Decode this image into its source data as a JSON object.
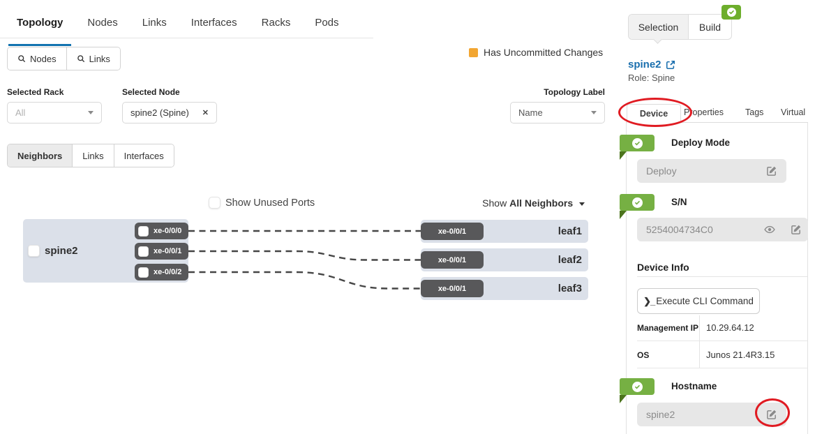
{
  "colors": {
    "accent_blue": "#1273b0",
    "link_blue": "#1a6fae",
    "warning_orange": "#f2a632",
    "success_green": "#76b043",
    "success_green_dark": "#4c741d",
    "badge_green": "#6dae2c",
    "chip_gray": "#58585a",
    "node_bg": "#dbe0e9",
    "annotation_red": "#e01b22"
  },
  "main_tabs": [
    "Topology",
    "Nodes",
    "Links",
    "Interfaces",
    "Racks",
    "Pods"
  ],
  "search_buttons": {
    "nodes": "Nodes",
    "links": "Links"
  },
  "legend": {
    "uncommitted": "Has Uncommitted Changes"
  },
  "filters": {
    "rack_label": "Selected Rack",
    "rack_value": "All",
    "node_label": "Selected Node",
    "node_value": "spine2 (Spine)",
    "topology_label": "Topology Label",
    "topology_value": "Name"
  },
  "view_tabs": [
    "Neighbors",
    "Links",
    "Interfaces"
  ],
  "diagram": {
    "show_unused_label": "Show Unused Ports",
    "show_prefix": "Show",
    "show_value": "All Neighbors",
    "spine": {
      "name": "spine2",
      "ports": [
        "xe-0/0/0",
        "xe-0/0/1",
        "xe-0/0/2"
      ]
    },
    "leaves": [
      {
        "name": "leaf1",
        "port": "xe-0/0/1"
      },
      {
        "name": "leaf2",
        "port": "xe-0/0/1"
      },
      {
        "name": "leaf3",
        "port": "xe-0/0/1"
      }
    ]
  },
  "panel": {
    "tabs": [
      "Selection",
      "Build"
    ],
    "node_name": "spine2",
    "node_role": "Role: Spine",
    "detail_tabs": [
      "Device",
      "Properties",
      "Tags",
      "Virtual"
    ],
    "deploy_mode": {
      "title": "Deploy Mode",
      "value": "Deploy"
    },
    "serial": {
      "title": "S/N",
      "value": "5254004734C0"
    },
    "device_info": {
      "title": "Device Info",
      "cli_icon": "❯_",
      "cli_label": "Execute CLI Command",
      "rows": [
        {
          "label": "Management IP",
          "value": "10.29.64.12"
        },
        {
          "label": "OS",
          "value": "Junos 21.4R3.15"
        }
      ]
    },
    "hostname": {
      "title": "Hostname",
      "value": "spine2"
    }
  },
  "icons": {
    "clear": "✕"
  }
}
